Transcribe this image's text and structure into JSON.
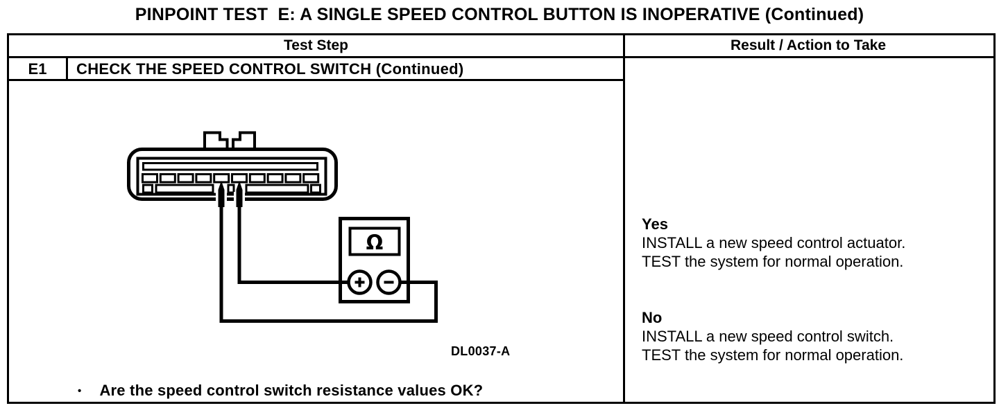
{
  "title": "PINPOINT TEST  E: A SINGLE SPEED CONTROL BUTTON IS INOPERATIVE (Continued)",
  "table": {
    "headers": {
      "left": "Test Step",
      "right": "Result / Action to Take"
    },
    "step": {
      "id": "E1",
      "title": "CHECK THE SPEED CONTROL SWITCH (Continued)"
    },
    "question": {
      "bullet": "•",
      "text": "Are the speed control switch resistance values OK?"
    },
    "results": [
      {
        "label": "Yes",
        "line1": "INSTALL a new speed control actuator.",
        "line2": "TEST the system for normal operation."
      },
      {
        "label": "No",
        "line1": "INSTALL a new speed control switch.",
        "line2": "TEST the system for normal operation."
      }
    ]
  },
  "figure": {
    "code": "DL0037-A",
    "meter_display_symbol": "Ω",
    "terminals": {
      "positive": "+",
      "negative": "−"
    }
  },
  "colors": {
    "ink": "#000000",
    "paper": "#ffffff"
  }
}
